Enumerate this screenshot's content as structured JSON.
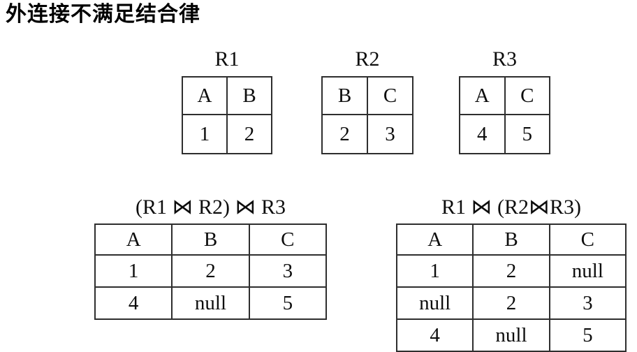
{
  "page": {
    "title": "外连接不满足结合律",
    "background_color": "#ffffff",
    "text_color": "#111111",
    "border_color": "#2e2e2e"
  },
  "join_symbol": "⋈",
  "source_tables": [
    {
      "caption": "R1",
      "columns": [
        "A",
        "B"
      ],
      "rows": [
        [
          "1",
          "2"
        ]
      ]
    },
    {
      "caption": "R2",
      "columns": [
        "B",
        "C"
      ],
      "rows": [
        [
          "2",
          "3"
        ]
      ]
    },
    {
      "caption": "R3",
      "columns": [
        "A",
        "C"
      ],
      "rows": [
        [
          "4",
          "5"
        ]
      ]
    }
  ],
  "result_tables": [
    {
      "caption": "(R1 ⋈ R2) ⋈ R3",
      "columns": [
        "A",
        "B",
        "C"
      ],
      "rows": [
        [
          "1",
          "2",
          "3"
        ],
        [
          "4",
          "null",
          "5"
        ]
      ]
    },
    {
      "caption": "R1 ⋈ (R2⋈R3)",
      "columns": [
        "A",
        "B",
        "C"
      ],
      "rows": [
        [
          "1",
          "2",
          "null"
        ],
        [
          "null",
          "2",
          "3"
        ],
        [
          "4",
          "null",
          "5"
        ]
      ]
    }
  ]
}
